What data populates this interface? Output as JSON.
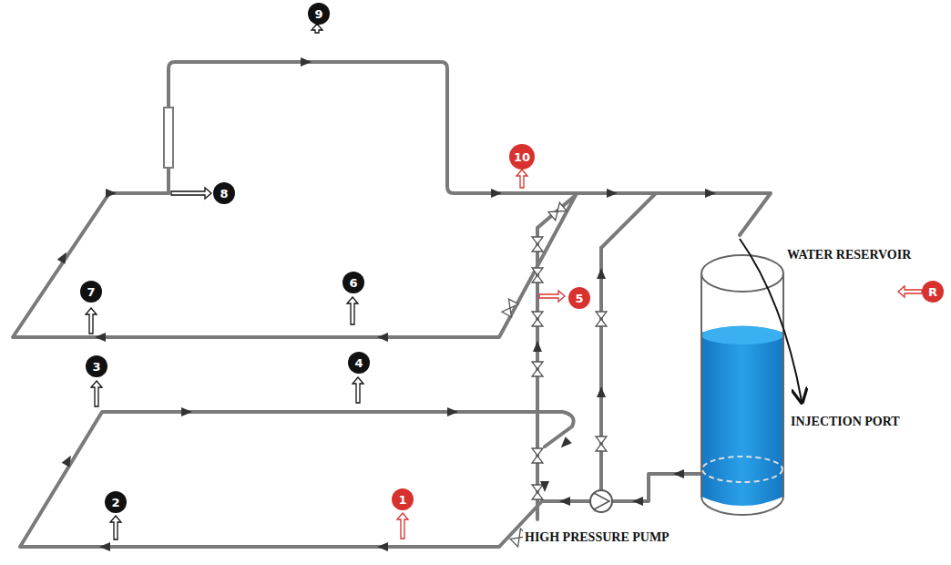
{
  "diagram": {
    "nodes": [
      {
        "text": [
          "9"
        ]
      },
      {
        "text": [
          "10"
        ]
      },
      {
        "text": [
          "8"
        ]
      },
      {
        "text": [
          "6"
        ]
      },
      {
        "text": [
          "7"
        ]
      },
      {
        "text": [
          "5"
        ]
      },
      {
        "text": [
          "R"
        ]
      },
      {
        "text": [
          "3"
        ]
      },
      {
        "text": [
          "4"
        ]
      },
      {
        "text": [
          "2"
        ]
      },
      {
        "text": [
          "1"
        ]
      }
    ],
    "labels": [
      "WATER RESERVOIR",
      "INJECTION PORT",
      "HIGH PRESSURE PUMP"
    ]
  }
}
